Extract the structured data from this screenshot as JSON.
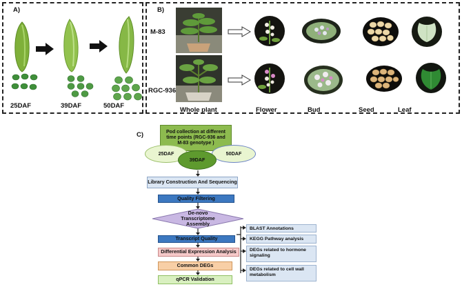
{
  "panel_a": {
    "label": "A)",
    "stages": [
      "25DAF",
      "39DAF",
      "50DAF"
    ]
  },
  "panel_b": {
    "label": "B)",
    "genotypes": [
      "M-83",
      "RGC-936"
    ],
    "columns": [
      "Whole plant",
      "Flower",
      "Bud",
      "Seed",
      "Leaf"
    ]
  },
  "panel_c": {
    "label": "C)",
    "pod_collection": "Pod collection at different time points (RGC-936 and M-83 genotype )",
    "time_points": [
      "25DAF",
      "39DAF",
      "50DAF"
    ],
    "steps": [
      "Library Construction And Sequencing",
      "Quality Filtering",
      "De-novo Transcriptome Assembly",
      "Transcript Quality",
      "Differential Expression Analysis",
      "Common DEGs",
      "qPCR Validation"
    ],
    "outputs": [
      "BLAST Annotations",
      "KEGG Pathway analysis",
      "DEGs related to hormone signaling",
      "DEGs related to cell wall metabolism"
    ]
  },
  "colors": {
    "pod_green": "#7fb03a",
    "collection_box": "#8dbb4f",
    "oval_fill": "#e9f5d0",
    "center_oval": "#5e9a2e",
    "library_box": "#dbe6f3",
    "filter_box": "#3c78c0",
    "diamond": "#c9b8e3",
    "de_box": "#f6c9c9",
    "common_box": "#f8cfa6",
    "qpcr_box": "#d9f0c0"
  },
  "icons": [
    "right-arrow-icon",
    "hollow-arrow-icon",
    "down-arrow-icon"
  ]
}
